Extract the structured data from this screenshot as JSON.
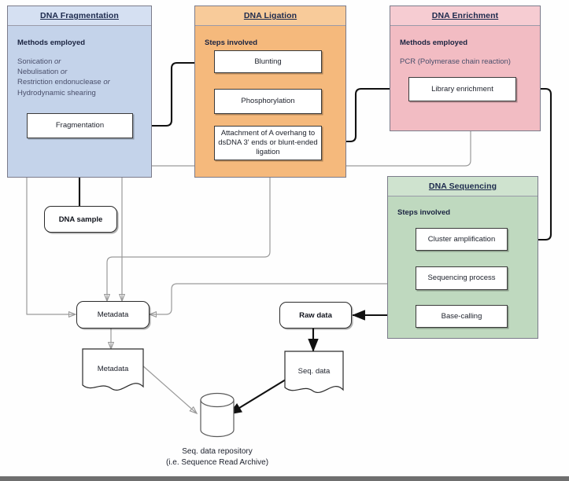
{
  "diagram": {
    "title_caption": [
      "Seq. data repository",
      "(i.e. Sequence Read Archive)"
    ],
    "colors": {
      "fragmentation": "#c4d3ea",
      "ligation": "#f5b97c",
      "enrichment": "#f2bcc3",
      "sequencing": "#bfd9bf",
      "arrow_black": "#111111",
      "arrow_gray": "#9a9a9a"
    }
  },
  "panels": {
    "fragmentation": {
      "title": "DNA Fragmentation",
      "subtitle": "Methods employed",
      "methods": [
        "Sonication or",
        "Nebulisation or",
        "Restriction endonuclease or",
        "Hydrodynamic shearing"
      ],
      "node": "Fragmentation"
    },
    "ligation": {
      "title": "DNA Ligation",
      "subtitle": "Steps involved",
      "steps": [
        "Blunting",
        "Phosphorylation",
        "Attachment of A overhang to dsDNA 3' ends or blunt-ended ligation"
      ]
    },
    "enrichment": {
      "title": "DNA Enrichment",
      "subtitle": "Methods employed",
      "method_text": "PCR (Polymerase chain reaction)",
      "node": "Library enrichment"
    },
    "sequencing": {
      "title": "DNA Sequencing",
      "subtitle": "Steps involved",
      "steps": [
        "Cluster amplification",
        "Sequencing process",
        "Base-calling"
      ]
    }
  },
  "nodes": {
    "dna_sample": "DNA sample",
    "metadata_round": "Metadata",
    "metadata_doc": "Metadata",
    "raw_data": "Raw data",
    "seq_data_doc": "Seq. data",
    "repository_line1": "Seq. data repository",
    "repository_line2": "(i.e. Sequence Read Archive)"
  }
}
